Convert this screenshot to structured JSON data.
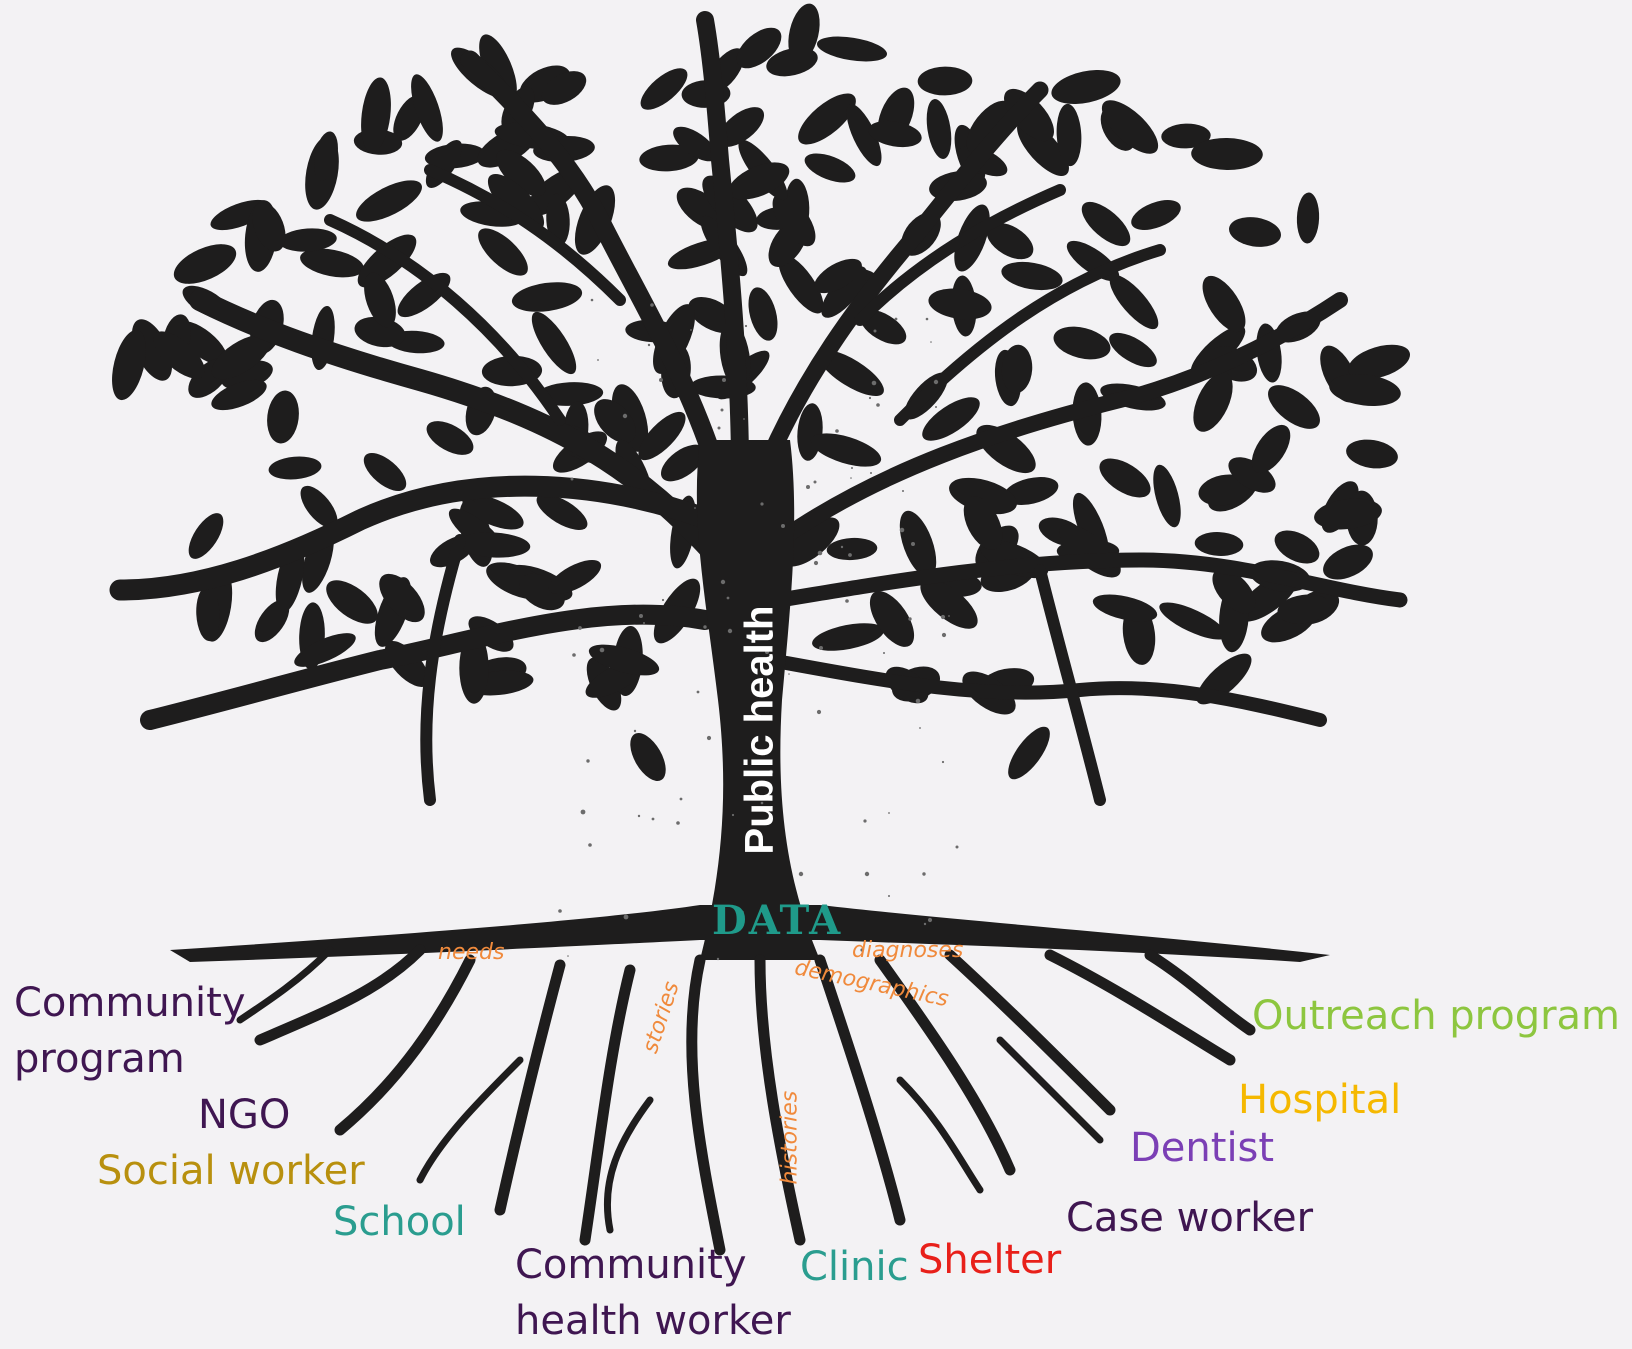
{
  "diagram": {
    "trunk_label": "Public health",
    "core_label": "DATA",
    "root_words": [
      "needs",
      "stories",
      "diagnoses",
      "demographics",
      "histories"
    ],
    "stakeholders": [
      {
        "id": "community-program",
        "lines": [
          "Community",
          "program"
        ],
        "color": "#3f1651"
      },
      {
        "id": "ngo",
        "lines": [
          "NGO"
        ],
        "color": "#3f1651"
      },
      {
        "id": "social-worker",
        "lines": [
          "Social worker"
        ],
        "color": "#b8900e"
      },
      {
        "id": "school",
        "lines": [
          "School"
        ],
        "color": "#2a9d8f"
      },
      {
        "id": "community-health-worker",
        "lines": [
          "Community",
          "health worker"
        ],
        "color": "#3f1651"
      },
      {
        "id": "clinic",
        "lines": [
          "Clinic"
        ],
        "color": "#2a9d8f"
      },
      {
        "id": "shelter",
        "lines": [
          "Shelter"
        ],
        "color": "#e8201a"
      },
      {
        "id": "case-worker",
        "lines": [
          "Case worker"
        ],
        "color": "#3f1651"
      },
      {
        "id": "dentist",
        "lines": [
          "Dentist"
        ],
        "color": "#7b3fb5"
      },
      {
        "id": "hospital",
        "lines": [
          "Hospital"
        ],
        "color": "#f5b800"
      },
      {
        "id": "outreach-program",
        "lines": [
          "Outreach program"
        ],
        "color": "#8dc63f"
      }
    ]
  },
  "colors": {
    "tree": "#1e1d1d",
    "speckle": "#6c6c6c",
    "background": "#f3f2f4",
    "trunk_label": "#ffffff",
    "core_label": "#1f9a8a",
    "root_words": "#f08a3c"
  }
}
